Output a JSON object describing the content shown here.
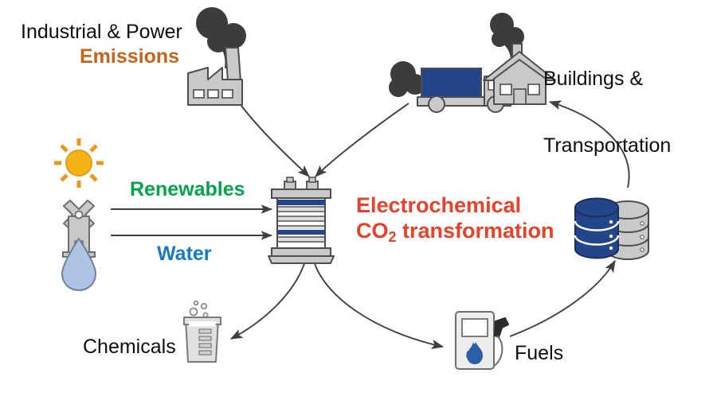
{
  "figure": {
    "type": "cycle-diagram",
    "background_color": "#ffffff",
    "title_text": "Electrochemical CO2 transformation cycle"
  },
  "colors": {
    "emissions_orange": "#C4651C",
    "renewables_green": "#00A34A",
    "water_blue": "#1779C4",
    "center_red": "#E8412A",
    "black_text": "#0d0d0d",
    "icon_gray_fill": "#C9C9C9",
    "icon_gray_stroke": "#6E6E6E",
    "smoke_dark": "#3C3C3C",
    "deep_blue": "#23458A",
    "sun_yellow": "#F5B316",
    "sun_orange_ray": "#E79B1E",
    "water_drop_fill": "#AFC4E4",
    "arrow_stroke": "#3F3F3F",
    "flame_blue": "#2B5FA8"
  },
  "labels": {
    "industrial_power": "Industrial & Power",
    "emissions": "Emissions",
    "buildings_line1": "Buildings &",
    "buildings_line2": "Transportation",
    "renewables": "Renewables",
    "water": "Water",
    "center_line1": "Electrochemical",
    "center_line2_pre": "CO",
    "center_line2_sub": "2",
    "center_line2_post": " transformation",
    "chemicals": "Chemicals",
    "fuels": "Fuels"
  },
  "icons": [
    {
      "name": "factory-icon",
      "label": "Industrial & Power Emissions source",
      "position": "top-left"
    },
    {
      "name": "smoke-icon",
      "label": "factory smoke plume",
      "position": "top-left"
    },
    {
      "name": "truck-icon",
      "label": "transportation emissions source",
      "position": "top-center-right"
    },
    {
      "name": "house-icon",
      "label": "buildings emissions source",
      "position": "top-right"
    },
    {
      "name": "sun-icon",
      "label": "solar renewable energy",
      "position": "left"
    },
    {
      "name": "windmill-icon",
      "label": "wind renewable energy",
      "position": "left"
    },
    {
      "name": "water-drop-icon",
      "label": "water feedstock",
      "position": "left"
    },
    {
      "name": "electrolyzer-icon",
      "label": "electrochemical cell stack",
      "position": "center"
    },
    {
      "name": "database-stack-icon",
      "label": "fuel storage tanks",
      "position": "right"
    },
    {
      "name": "beaker-icon",
      "label": "chemicals product",
      "position": "bottom-left"
    },
    {
      "name": "fuel-pump-icon",
      "label": "fuels product",
      "position": "bottom-right"
    }
  ],
  "flows": [
    {
      "name": "factory-to-electrolyzer",
      "from": "factory-icon",
      "to": "electrolyzer-icon",
      "style": "curved-arrow"
    },
    {
      "name": "truck-to-electrolyzer",
      "from": "truck-icon",
      "to": "electrolyzer-icon",
      "style": "curved-arrow"
    },
    {
      "name": "renewables-to-electrolyzer",
      "from": "renewables",
      "to": "electrolyzer-icon",
      "style": "straight-arrow"
    },
    {
      "name": "water-to-electrolyzer",
      "from": "water",
      "to": "electrolyzer-icon",
      "style": "straight-arrow"
    },
    {
      "name": "electrolyzer-to-chemicals",
      "from": "electrolyzer-icon",
      "to": "beaker-icon",
      "style": "curved-arrow"
    },
    {
      "name": "electrolyzer-to-fuels",
      "from": "electrolyzer-icon",
      "to": "fuel-pump-icon",
      "style": "curved-arrow"
    },
    {
      "name": "fuels-to-storage",
      "from": "fuel-pump-icon",
      "to": "database-stack-icon",
      "style": "curved-arrow"
    },
    {
      "name": "storage-to-buildings",
      "from": "database-stack-icon",
      "to": "house-icon",
      "style": "curved-arrow"
    }
  ]
}
